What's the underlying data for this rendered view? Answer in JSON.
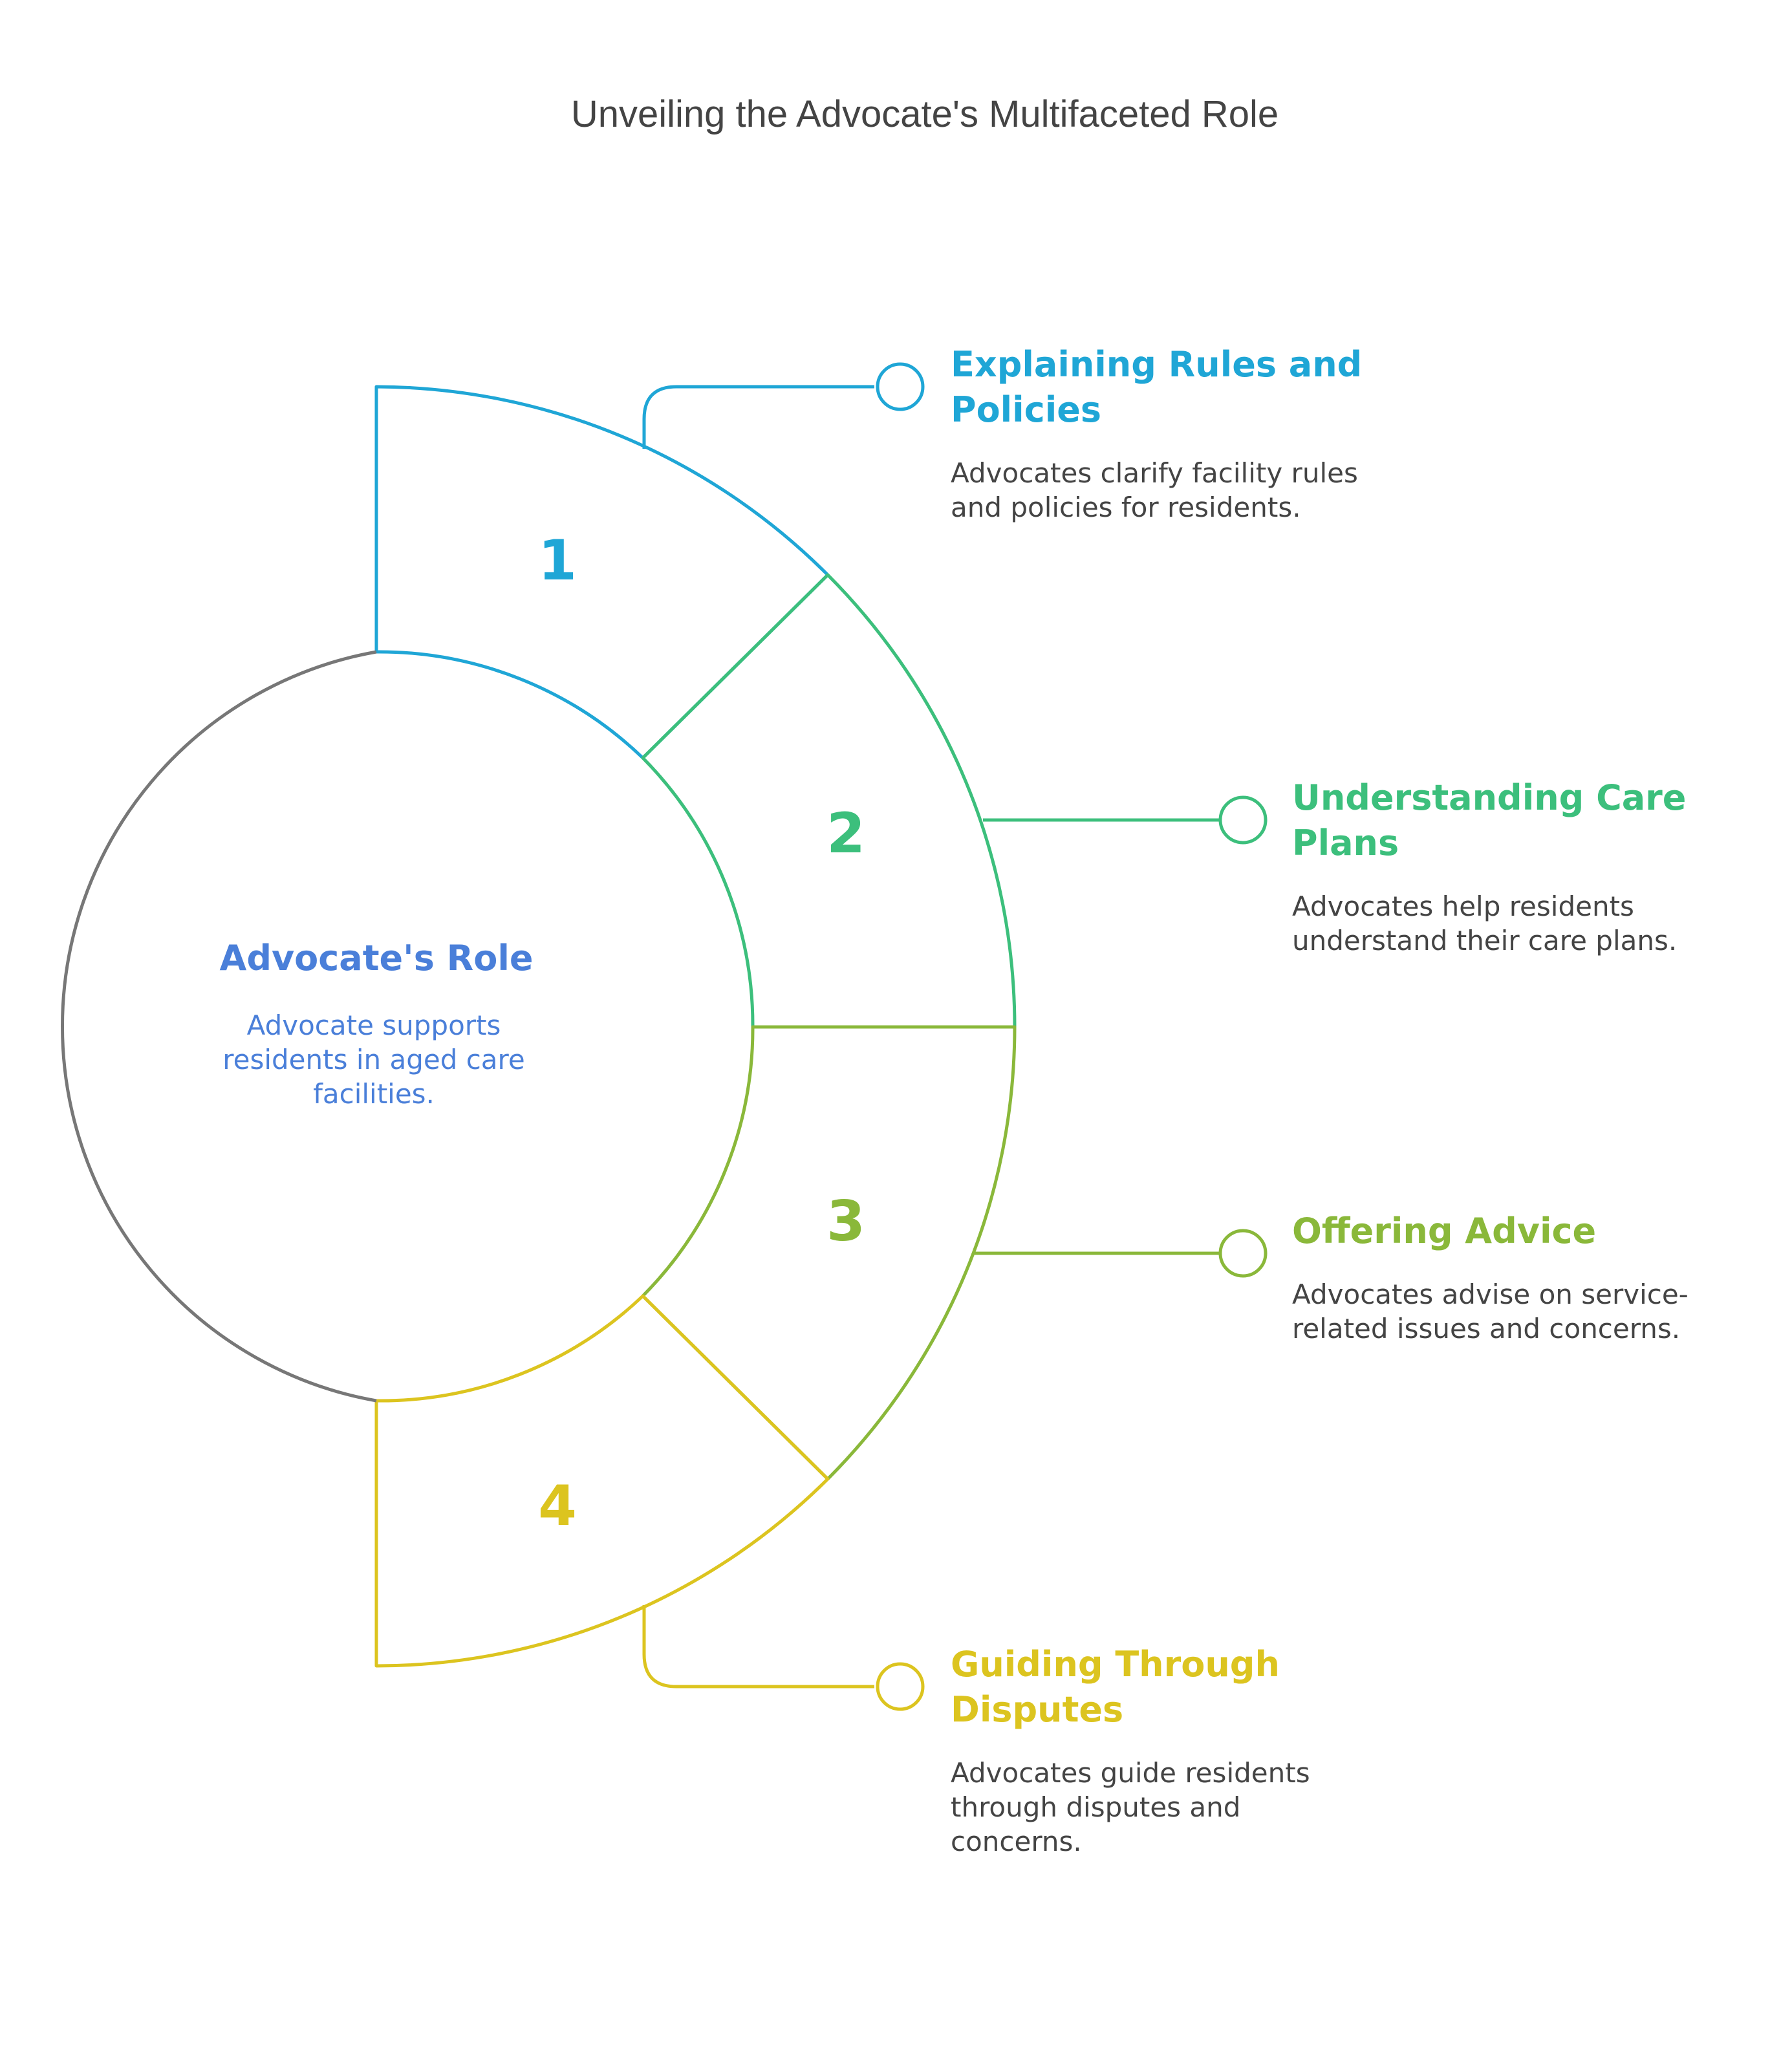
{
  "title": "Unveiling the Advocate's Multifaceted Role",
  "center": {
    "heading": "Advocate's Role",
    "description_lines": [
      "Advocate supports",
      "residents in aged care",
      "facilities."
    ],
    "color": "#4a7fd9",
    "ring_color": "#777777"
  },
  "items": [
    {
      "number": "1",
      "title_lines": [
        "Explaining Rules and",
        "Policies"
      ],
      "description_lines": [
        "Advocates clarify facility rules",
        "and policies for residents."
      ],
      "color": "#1fa6d6"
    },
    {
      "number": "2",
      "title_lines": [
        "Understanding Care",
        "Plans"
      ],
      "description_lines": [
        "Advocates help residents",
        "understand their care plans."
      ],
      "color": "#3cbf7c"
    },
    {
      "number": "3",
      "title_lines": [
        "Offering Advice"
      ],
      "description_lines": [
        "Advocates advise on service-",
        "related issues and concerns."
      ],
      "color": "#8ab83a"
    },
    {
      "number": "4",
      "title_lines": [
        "Guiding Through",
        "Disputes"
      ],
      "description_lines": [
        "Advocates guide residents",
        "through disputes and",
        "concerns."
      ],
      "color": "#dcc41f"
    }
  ]
}
